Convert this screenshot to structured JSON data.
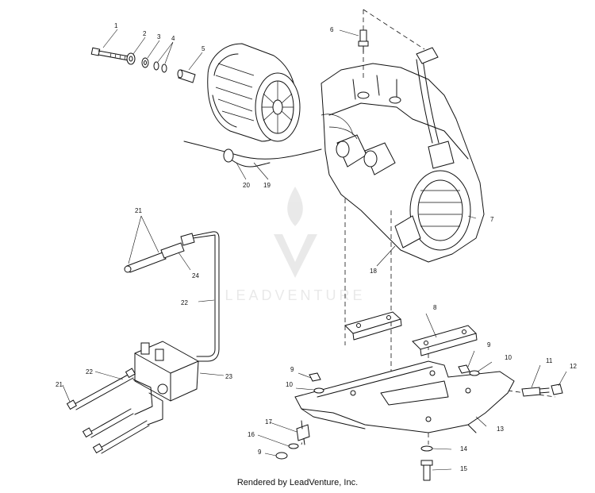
{
  "footer": "Rendered by LeadVenture, Inc.",
  "watermark": {
    "text": "LEADVENTURE"
  },
  "callouts": [
    "1",
    "2",
    "3",
    "4",
    "5",
    "6",
    "7",
    "9",
    "10",
    "11",
    "12",
    "13",
    "14",
    "15",
    "16",
    "17",
    "18",
    "19",
    "20",
    "21",
    "22",
    "23",
    "24"
  ],
  "callouts_dup": {
    "c8": "8",
    "c9b": "9",
    "c9c": "9",
    "c10b": "10",
    "c21b": "21",
    "c22b": "22"
  }
}
